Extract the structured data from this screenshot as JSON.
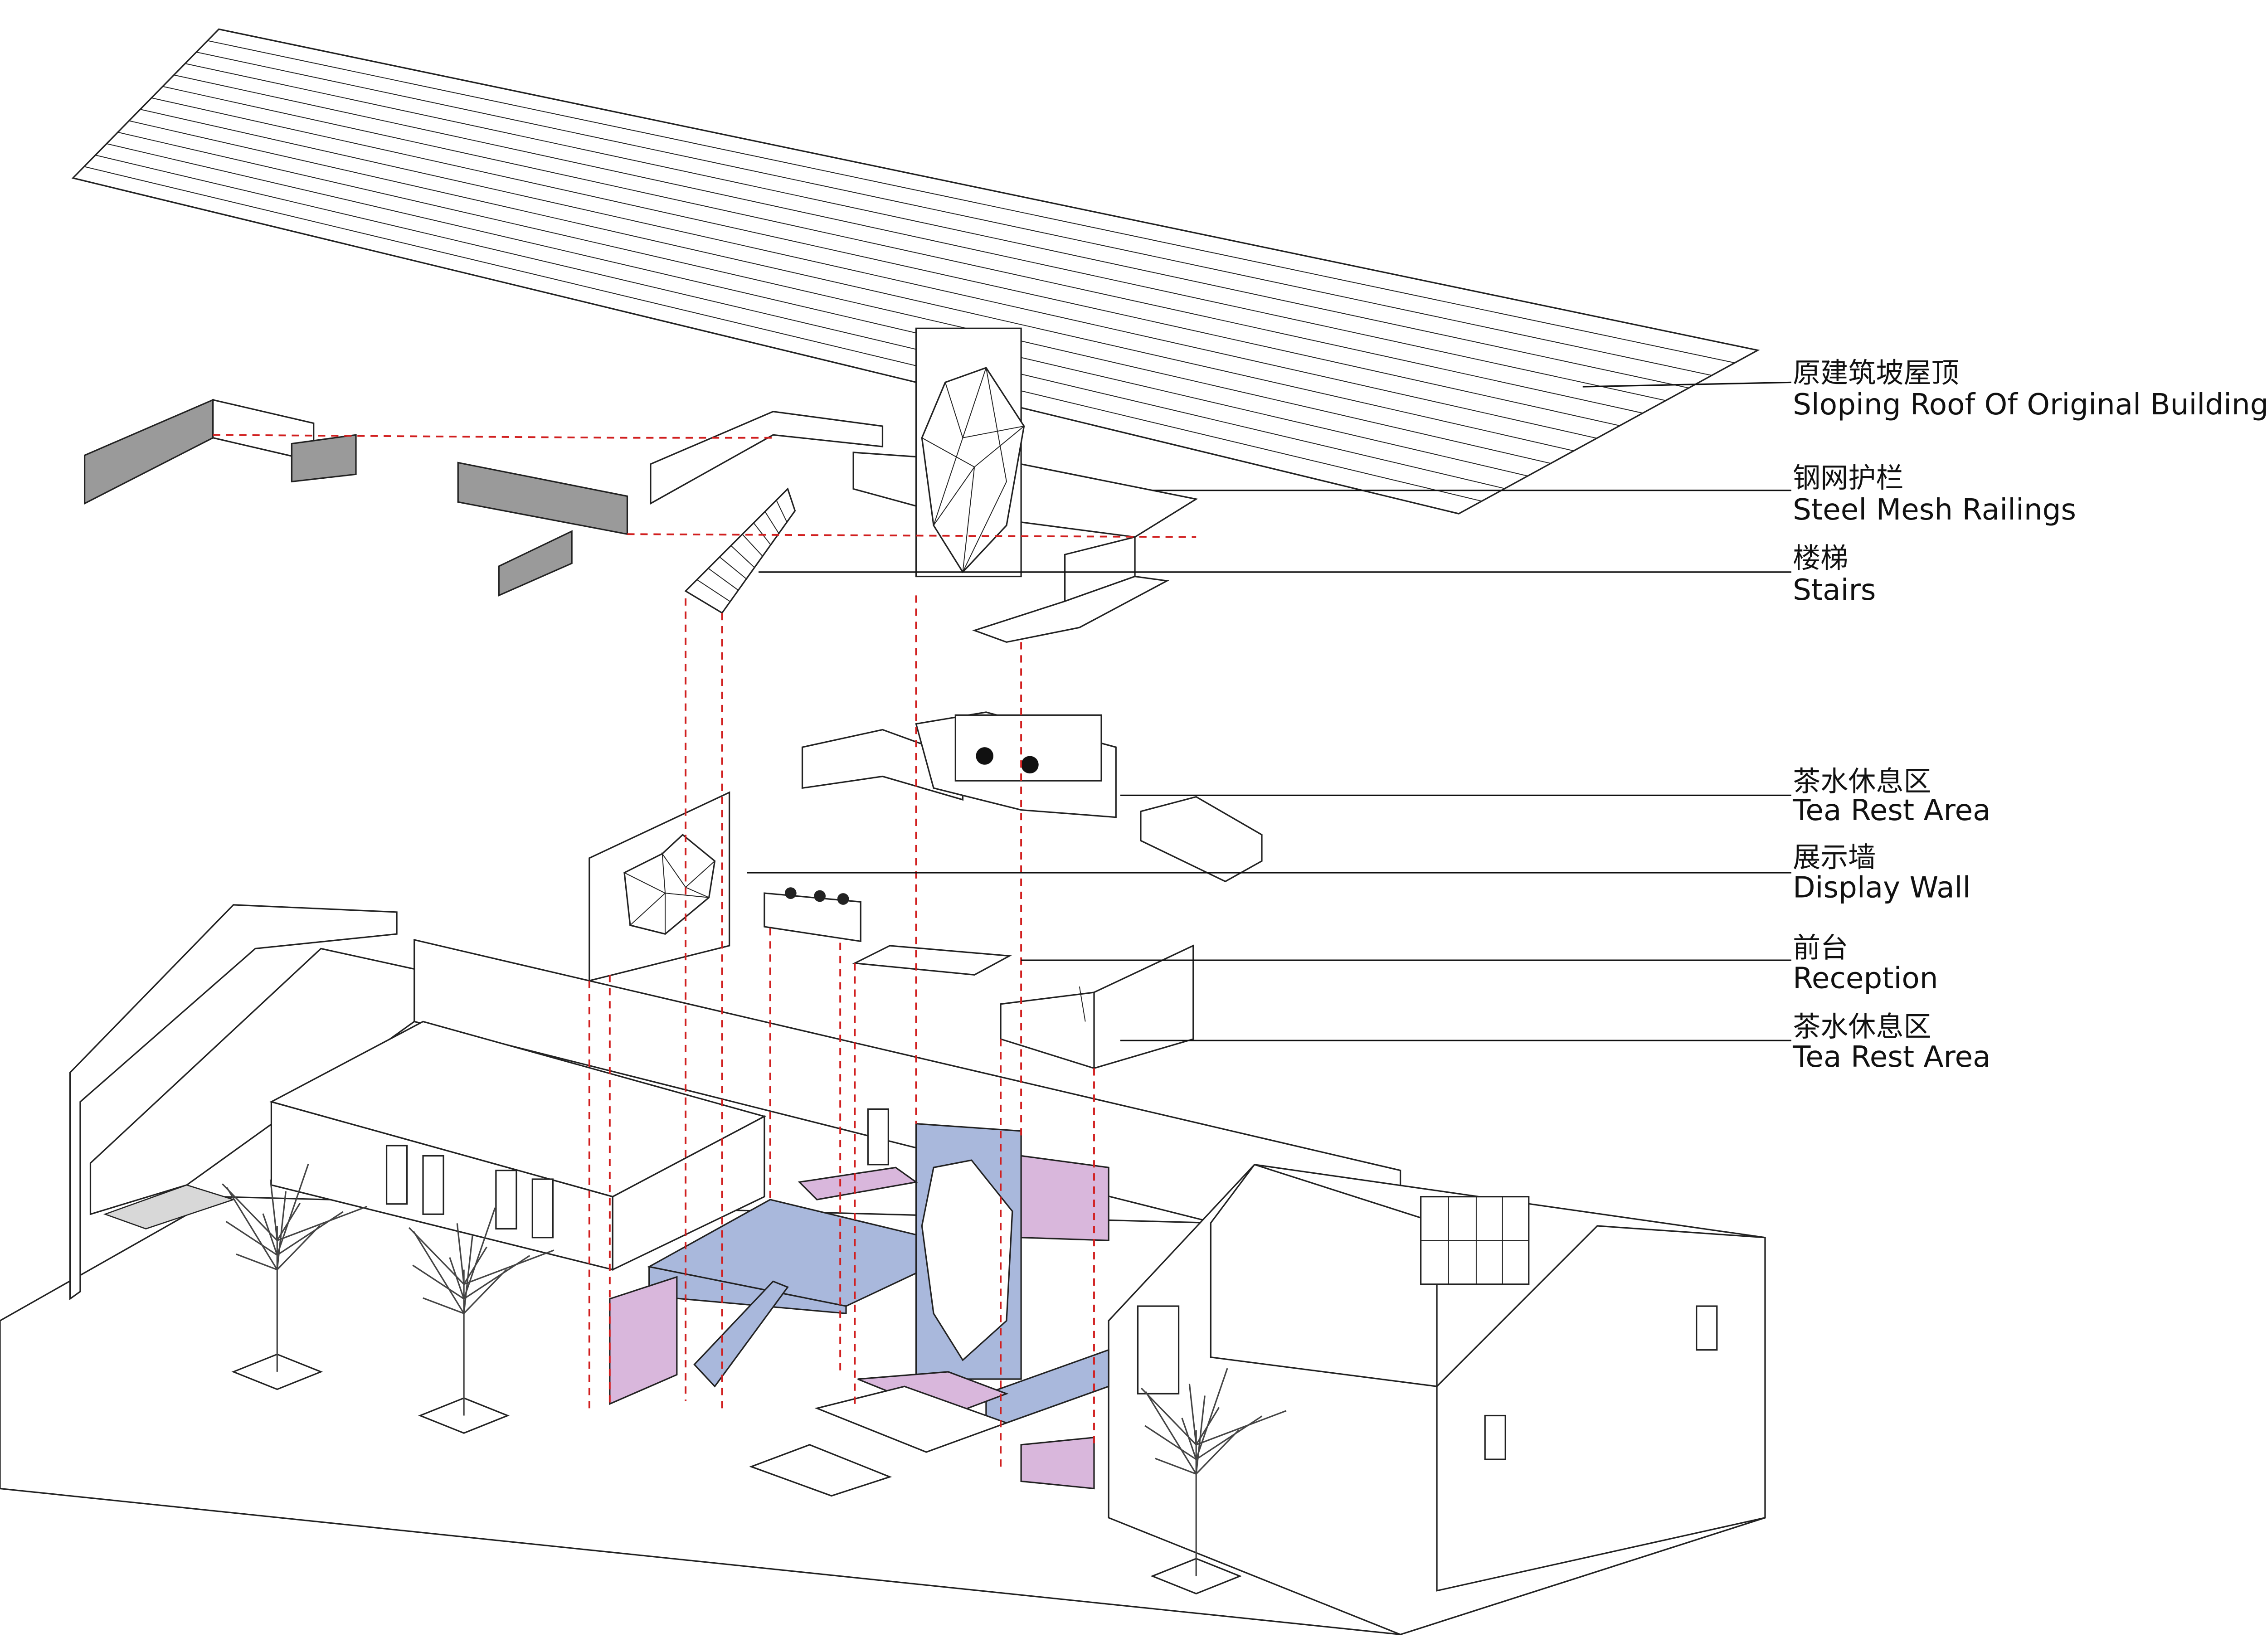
{
  "labels": [
    {
      "zh": "原建筑坡屋顶",
      "en": "Sloping Roof Of Original Building"
    },
    {
      "zh": "钢网护栏",
      "en": "Steel Mesh Railings"
    },
    {
      "zh": "楼梯",
      "en": "Stairs"
    },
    {
      "zh": "茶水休息区",
      "en": "Tea Rest Area"
    },
    {
      "zh": "展示墙",
      "en": "Display Wall"
    },
    {
      "zh": "前台",
      "en": "Reception"
    },
    {
      "zh": "茶水休息区",
      "en": "Tea Rest Area"
    }
  ],
  "colors": {
    "guide_dashed": "#d11f1f",
    "accent_blue": "#a9b8dc",
    "accent_pink": "#d9b7dc",
    "line": "#222222",
    "wall_grey": "#9a9a9a"
  }
}
